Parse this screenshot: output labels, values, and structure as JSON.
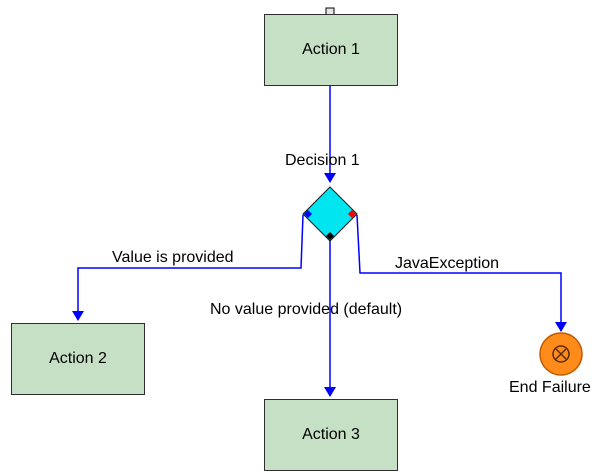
{
  "diagram": {
    "nodes": {
      "action1": {
        "label": "Action 1"
      },
      "action2": {
        "label": "Action 2"
      },
      "action3": {
        "label": "Action 3"
      },
      "decision1": {
        "label": "Decision 1"
      },
      "end_failure": {
        "label": "End Failure"
      }
    },
    "edges": {
      "value_provided": {
        "label": "Value is provided"
      },
      "no_value_default": {
        "label": "No value provided (default)"
      },
      "java_exception": {
        "label": "JavaException"
      }
    },
    "colors": {
      "action_fill": "#c6e0c6",
      "connector": "#0000ff",
      "decision_fill": "#00e5f0",
      "end_fill": "#ff8c1a",
      "port_red": "#ff0000",
      "port_blue": "#0000ff",
      "port_black": "#000000"
    },
    "icons": {
      "end_node": "circled-x-icon",
      "top_port": "square-handle-icon"
    }
  }
}
